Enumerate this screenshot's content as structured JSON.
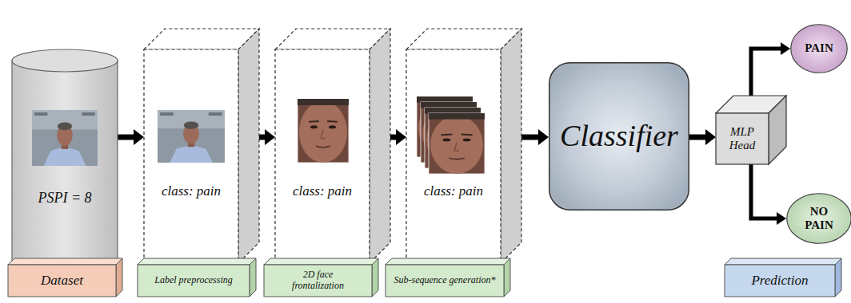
{
  "diagram": {
    "nodes": [
      {
        "text": [
          "PSPI = 8"
        ]
      },
      {
        "text": [
          "class: pain"
        ]
      },
      {
        "text": [
          "class: pain"
        ]
      },
      {
        "text": [
          "class: pain"
        ]
      },
      {
        "text": [
          "Classifier"
        ]
      },
      {
        "text": [
          "MLP Head"
        ]
      },
      {
        "text": [
          "PAIN"
        ]
      },
      {
        "text": [
          "NO PAIN"
        ]
      },
      {
        "text": [
          "Dataset"
        ]
      },
      {
        "text": [
          "Label preprocessing"
        ]
      },
      {
        "text": [
          "2D face frontalization"
        ]
      },
      {
        "text": [
          "Sub-sequence generation*"
        ]
      },
      {
        "text": [
          "Prediction"
        ]
      }
    ],
    "edges": [
      {
        "from": 0,
        "to": 1,
        "arrow": "to"
      },
      {
        "from": 1,
        "to": 2,
        "arrow": "to"
      },
      {
        "from": 2,
        "to": 3,
        "arrow": "to"
      },
      {
        "from": 3,
        "to": 4,
        "arrow": "to"
      },
      {
        "from": 4,
        "to": 5,
        "arrow": "to"
      },
      {
        "from": 5,
        "to": 6,
        "arrow": "to"
      },
      {
        "from": 5,
        "to": 7,
        "arrow": "to"
      }
    ]
  }
}
